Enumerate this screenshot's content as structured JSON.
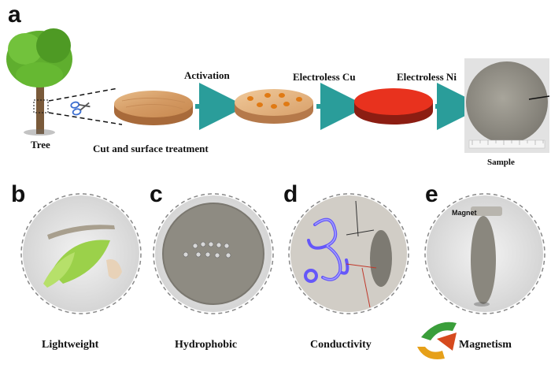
{
  "panel_a": {
    "letter": "a",
    "labels": {
      "tree": "Tree",
      "cut": "Cut and surface treatment",
      "activation": "Activation",
      "cu": "Electroless Cu",
      "ni": "Electroless Ni",
      "sample": "Sample"
    }
  },
  "panels": [
    {
      "letter": "b",
      "caption": "Lightweight"
    },
    {
      "letter": "c",
      "caption": "Hydrophobic"
    },
    {
      "letter": "d",
      "caption": "Conductivity"
    },
    {
      "letter": "e",
      "caption": "Magnetism",
      "annotation": "Magnet"
    }
  ],
  "colors": {
    "wood": "#d9a46e",
    "copper": "#e8321e",
    "arrow": "#2a9d9a",
    "nickel": "#8d8a80"
  }
}
